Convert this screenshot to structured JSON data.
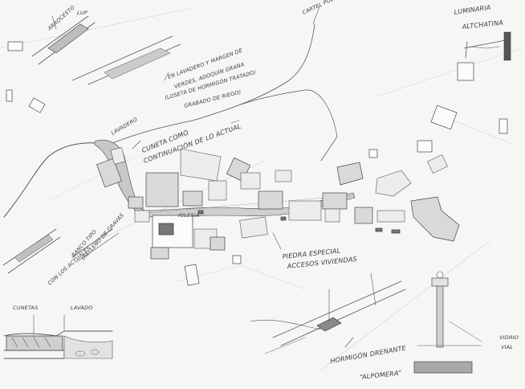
{
  "labels": {
    "arrocesto": "ARROCESTO",
    "arrocesto_short": "LUP",
    "pueblo_cartel": "CARTEL PUEBLO",
    "luminaria": "LUMINARIA",
    "altchatina": "ALTCHATINA",
    "lavadero_line1": "EN LAVADERO Y MARGEN DE",
    "lavadero_line2": "VERDES, ADOQUÍN GRANA",
    "lavadero_line3": "(LOSETA DE HORMIGÓN TRATADO/",
    "lavadero_line4": "GRABADO DE RIEGO)",
    "lavadero_tag": "LAVADERO",
    "cuneta_line1": "CUNETA COMO",
    "cuneta_line2": "CONTINUACIÓN DE LO ACTUAL",
    "banco_line1": "BANCO TIPO",
    "banco_line2": "(RELLENO DE GRAVAS",
    "banco_line3": "CON LOS ACTUALES",
    "piedra_line1": "PIEDRA ESPECIAL",
    "piedra_line2": "ACCESOS VIVIENDAS",
    "cuneta_sec": "CUNETAS",
    "lavado_sec": "LAVADO",
    "hormigon": "HORMIGÓN DRENANTE",
    "alpomera": "“ALPOMERA”",
    "vial": "VIAL",
    "vidrio": "VIDRIO",
    "iglesia": "IGLESIA"
  },
  "colors": {
    "paper": "#f6f6f4",
    "pencil": "#555555",
    "building": "#d9d9d9",
    "building_dark": "#777777"
  }
}
